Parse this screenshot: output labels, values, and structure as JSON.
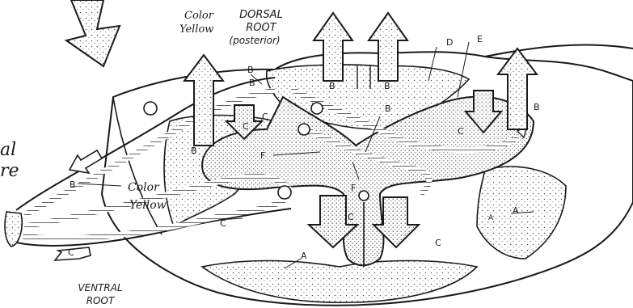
{
  "labels": {
    "dorsal_line1": "DORSAL",
    "dorsal_line2": "ROOT",
    "dorsal_line3": "(posterior)",
    "ventral_line1": "VENTRAL",
    "ventral_line2": "ROOT",
    "color_top_1": "Color",
    "color_top_2": "Yellow",
    "color_mid_1": "Color",
    "color_mid_2": "Yellow",
    "side_partial_1": "al",
    "side_partial_2": "re"
  },
  "letters": {
    "a1": "A",
    "a2": "A",
    "a3": "A",
    "b1": "B",
    "b2": "B",
    "b3": "B",
    "b4": "B",
    "b5": "B",
    "b6": "B",
    "b7": "B",
    "b8": "B",
    "c1": "C",
    "c2": "C",
    "c3": "C",
    "c4": "C",
    "c5": "C",
    "c6": "C",
    "c7": "C",
    "d1": "D",
    "e1": "E",
    "f1": "F",
    "f2": "F"
  },
  "colors": {
    "ink": "#1a1a1a",
    "stipple": "#6b6b6b",
    "paper": "#ffffff"
  }
}
